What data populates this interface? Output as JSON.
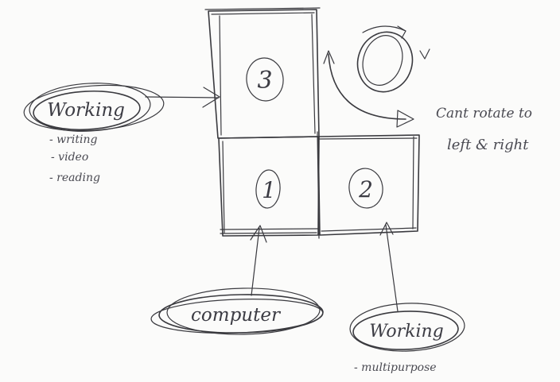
{
  "panels": {
    "top": {
      "number": "3"
    },
    "bottom_left": {
      "number": "1"
    },
    "bottom_right": {
      "number": "2"
    }
  },
  "labels": {
    "left_working": "Working",
    "left_notes": [
      "- writing",
      "- video",
      "- reading"
    ],
    "computer": "computer",
    "right_working": "Working",
    "right_note": "- multipurpose",
    "rotate_note_line1": "Cant rotate to",
    "rotate_note_line2": "left & right"
  }
}
